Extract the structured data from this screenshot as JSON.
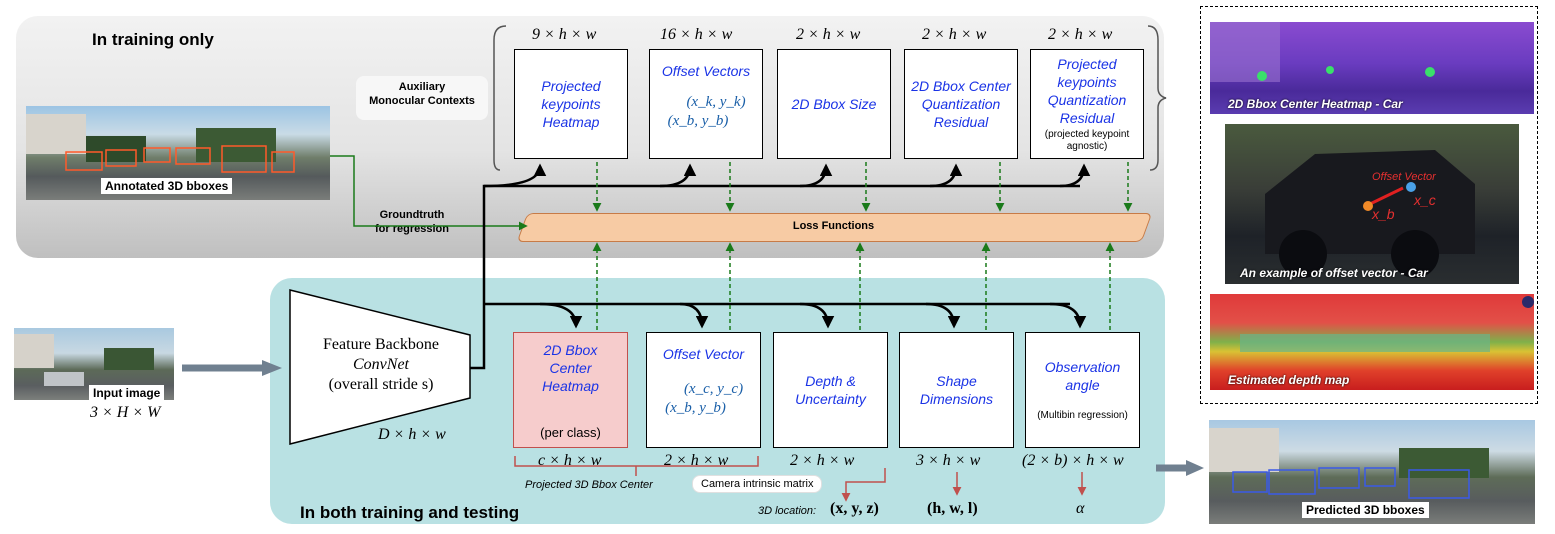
{
  "panels": {
    "training_only": "In training only",
    "both": "In both training and testing"
  },
  "inputs": {
    "annotated": "Annotated 3D bboxes",
    "input_image": "Input image",
    "input_dim": "3 × H × W",
    "groundtruth_line1": "Groundtruth",
    "groundtruth_line2": "for regression",
    "aux_line1": "Auxiliary",
    "aux_line2": "Monocular Contexts"
  },
  "backbone": {
    "line1": "Feature Backbone",
    "line2": "ConvNet",
    "line3": "(overall stride s)",
    "dim": "D × h × w"
  },
  "loss": "Loss Functions",
  "top_heads": [
    {
      "dim": "9 × h × w",
      "title": "Projected keypoints Heatmap",
      "note": ""
    },
    {
      "dim": "16 × h × w",
      "title": "Offset Vectors",
      "math1": "(x_k, y_k)",
      "math2": "(x_b, y_b)"
    },
    {
      "dim": "2 × h × w",
      "title": "2D Bbox Size",
      "note": ""
    },
    {
      "dim": "2 × h × w",
      "title": "2D Bbox Center Quantization Residual",
      "note": ""
    },
    {
      "dim": "2 × h × w",
      "title": "Projected keypoints Quantization Residual",
      "note": "(projected keypoint agnostic)"
    }
  ],
  "bottom_heads": [
    {
      "dim": "c × h × w",
      "title": "2D Bbox Center Heatmap",
      "note": "(per class)"
    },
    {
      "dim": "2 × h × w",
      "title": "Offset Vector",
      "math1": "(x_c, y_c)",
      "math2": "(x_b, y_b)"
    },
    {
      "dim": "2 × h × w",
      "title": "Depth & Uncertainty",
      "note": ""
    },
    {
      "dim": "3 × h × w",
      "title": "Shape Dimensions",
      "note": ""
    },
    {
      "dim": "(2 × b) × h × w",
      "title": "Observation angle",
      "note": "(Multibin regression)"
    }
  ],
  "outputs": {
    "projected_center": "Projected 3D Bbox Center",
    "camera_matrix": "Camera intrinsic matrix",
    "loc_label": "3D location:",
    "loc_math": "(x, y, z)",
    "shape_math": "(h, w, l)",
    "angle_math": "α"
  },
  "right_panel": {
    "heatmap_caption": "2D Bbox Center Heatmap - Car",
    "offset_caption": "An example of offset vector - Car",
    "offset_label": "Offset Vector",
    "xb": "x_b",
    "xc": "x_c",
    "depth_caption": "Estimated depth map",
    "predicted_caption": "Predicted 3D bboxes"
  },
  "colors": {
    "blue_text": "#1a33e6",
    "loss_fill": "#f7cba4",
    "teal_panel": "#b9e1e3",
    "arrow_green": "#1a7a1a",
    "arrow_red": "#c0504d"
  }
}
